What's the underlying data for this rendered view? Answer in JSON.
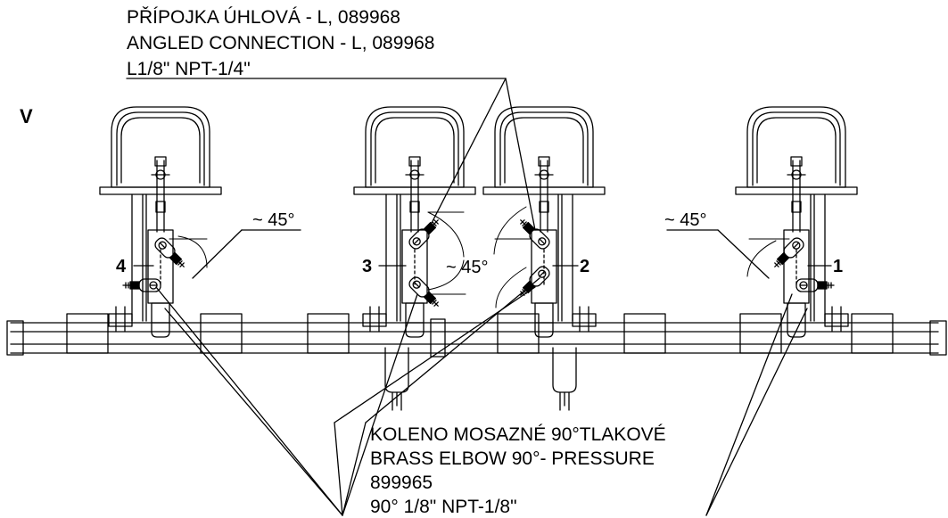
{
  "view_label": "V",
  "top_callout": {
    "lines": [
      "PŘÍPOJKA ÚHLOVÁ - L, 089968",
      "ANGLED CONNECTION - L, 089968",
      "L1/8\" NPT-1/4\""
    ]
  },
  "bottom_callout": {
    "lines": [
      "KOLENO MOSAZNÉ 90°TLAKOVÉ",
      "BRASS ELBOW 90°- PRESSURE",
      "899965",
      "90° 1/8\" NPT-1/8\""
    ]
  },
  "angle_labels": [
    "~ 45°",
    "~ 45°",
    "~ 45°"
  ],
  "unit_numbers": [
    "4",
    "3",
    "2",
    "1"
  ]
}
